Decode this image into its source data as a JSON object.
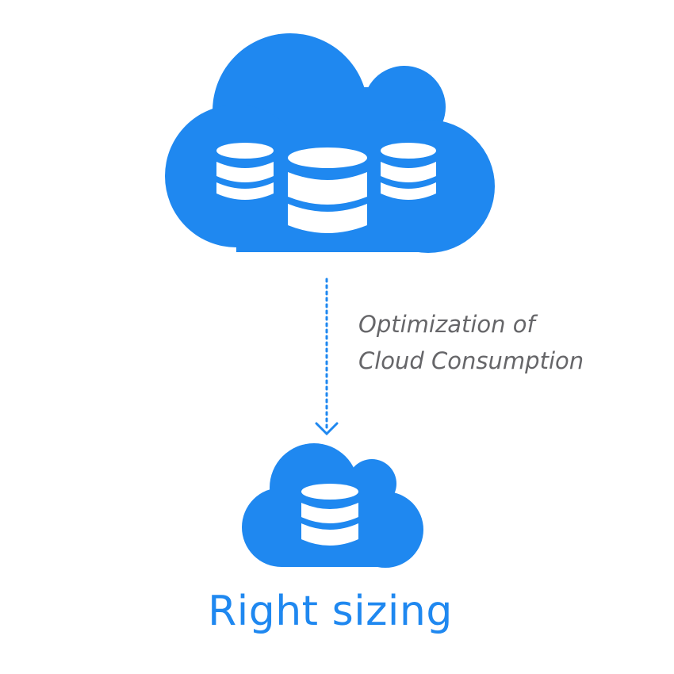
{
  "colors": {
    "cloud": "#1f88f0",
    "arrow": "#1f88f0",
    "caption": "#666669",
    "db": "#ffffff"
  },
  "source_cloud": {
    "icon": "cloud-icon",
    "databases": [
      "database-icon",
      "database-icon",
      "database-icon"
    ]
  },
  "transition": {
    "icon": "dotted-arrow-down-icon",
    "caption_line1": "Optimization of",
    "caption_line2": "Cloud Consumption"
  },
  "target_cloud": {
    "icon": "cloud-icon",
    "databases": [
      "database-icon"
    ]
  },
  "result": {
    "title": "Right sizing"
  }
}
